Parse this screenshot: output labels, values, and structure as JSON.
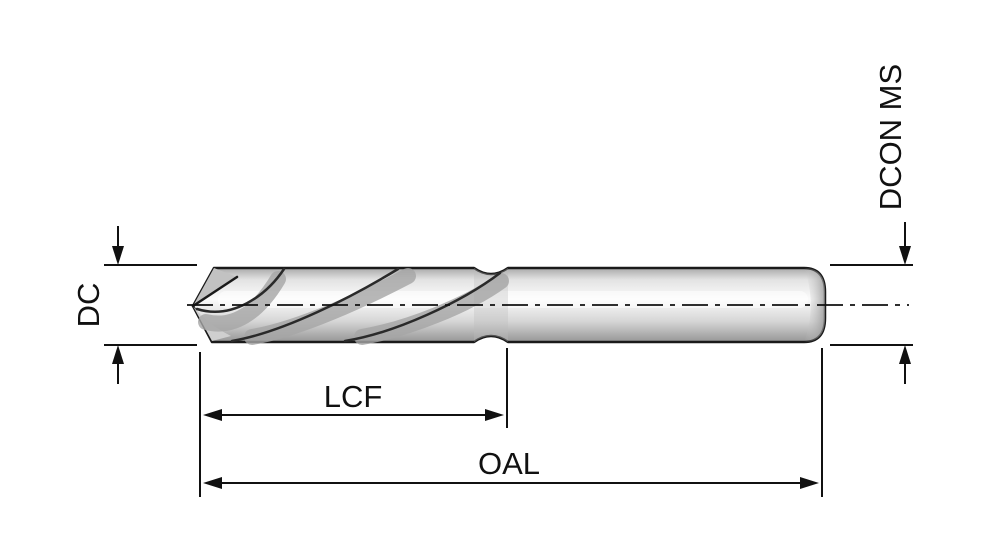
{
  "diagram": {
    "kind": "drill-dimension-drawing",
    "labels": {
      "dc": "DC",
      "lcf": "LCF",
      "oal": "OAL",
      "dcon": "DCON MS"
    },
    "colors": {
      "background": "#ffffff",
      "line": "#111111",
      "body_light": "#f7f7f7",
      "body_mid": "#d9d9d9",
      "body_dark": "#9c9c9c"
    }
  }
}
